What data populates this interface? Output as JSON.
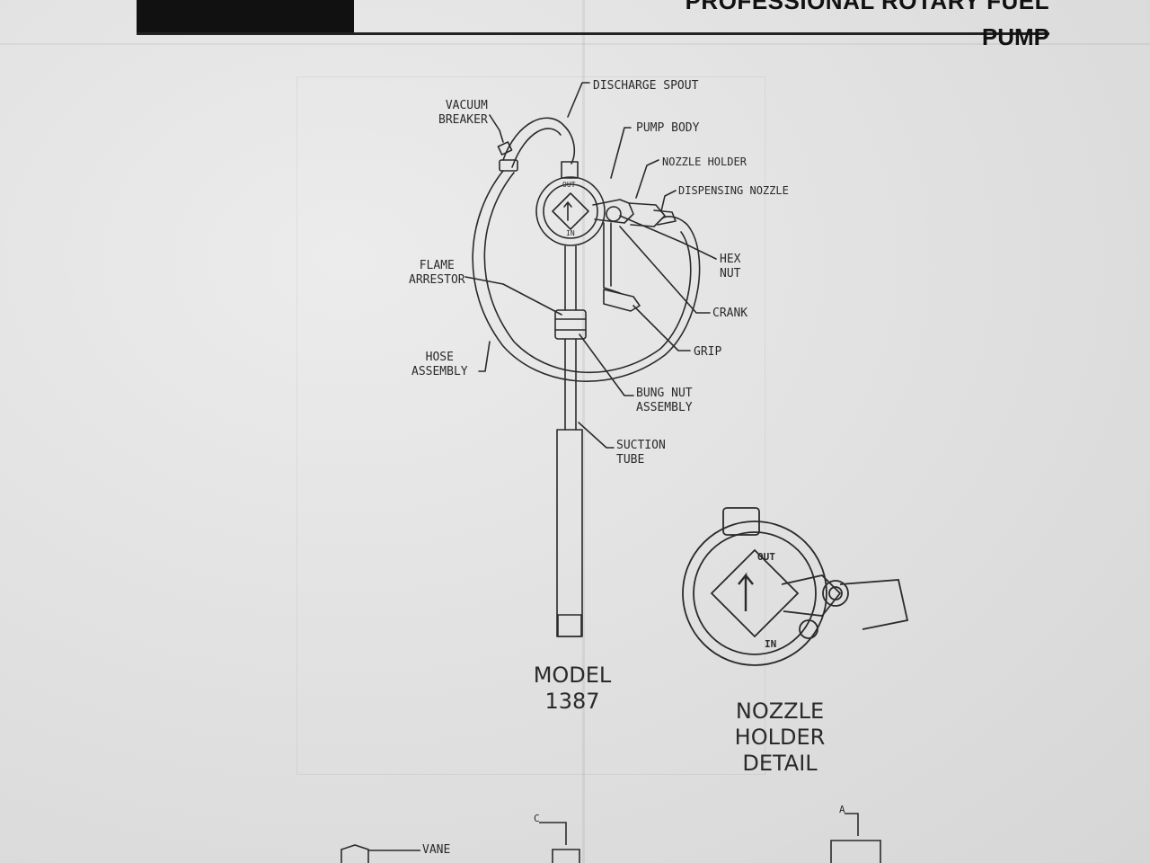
{
  "header": {
    "title_line1": "PROFESSIONAL ROTARY FUEL",
    "title_line2": "PUMP"
  },
  "callouts": {
    "discharge_spout": "DISCHARGE SPOUT",
    "vacuum_breaker": [
      "VACUUM",
      "BREAKER"
    ],
    "pump_body": "PUMP BODY",
    "nozzle_holder": "NOZZLE HOLDER",
    "dispensing_nozzle": "DISPENSING NOZZLE",
    "hex_nut": [
      "HEX",
      "NUT"
    ],
    "flame_arrestor": [
      "FLAME",
      "ARRESTOR"
    ],
    "crank": "CRANK",
    "grip": "GRIP",
    "hose_assembly": [
      "HOSE",
      "ASSEMBLY"
    ],
    "bung_nut_assembly": [
      "BUNG NUT",
      "ASSEMBLY"
    ],
    "suction_tube": [
      "SUCTION",
      "TUBE"
    ],
    "vane": "VANE",
    "marker_c": "C",
    "marker_a": "A"
  },
  "model": {
    "label": "MODEL",
    "number": "1387"
  },
  "detail": {
    "line1": "NOZZLE",
    "line2": "HOLDER",
    "line3": "DETAIL"
  },
  "pump_marks": {
    "out": "OUT",
    "in": "IN"
  },
  "colors": {
    "ink": "#2a2a2a",
    "paper": "#e4e4e4",
    "header_bar": "#111111"
  }
}
